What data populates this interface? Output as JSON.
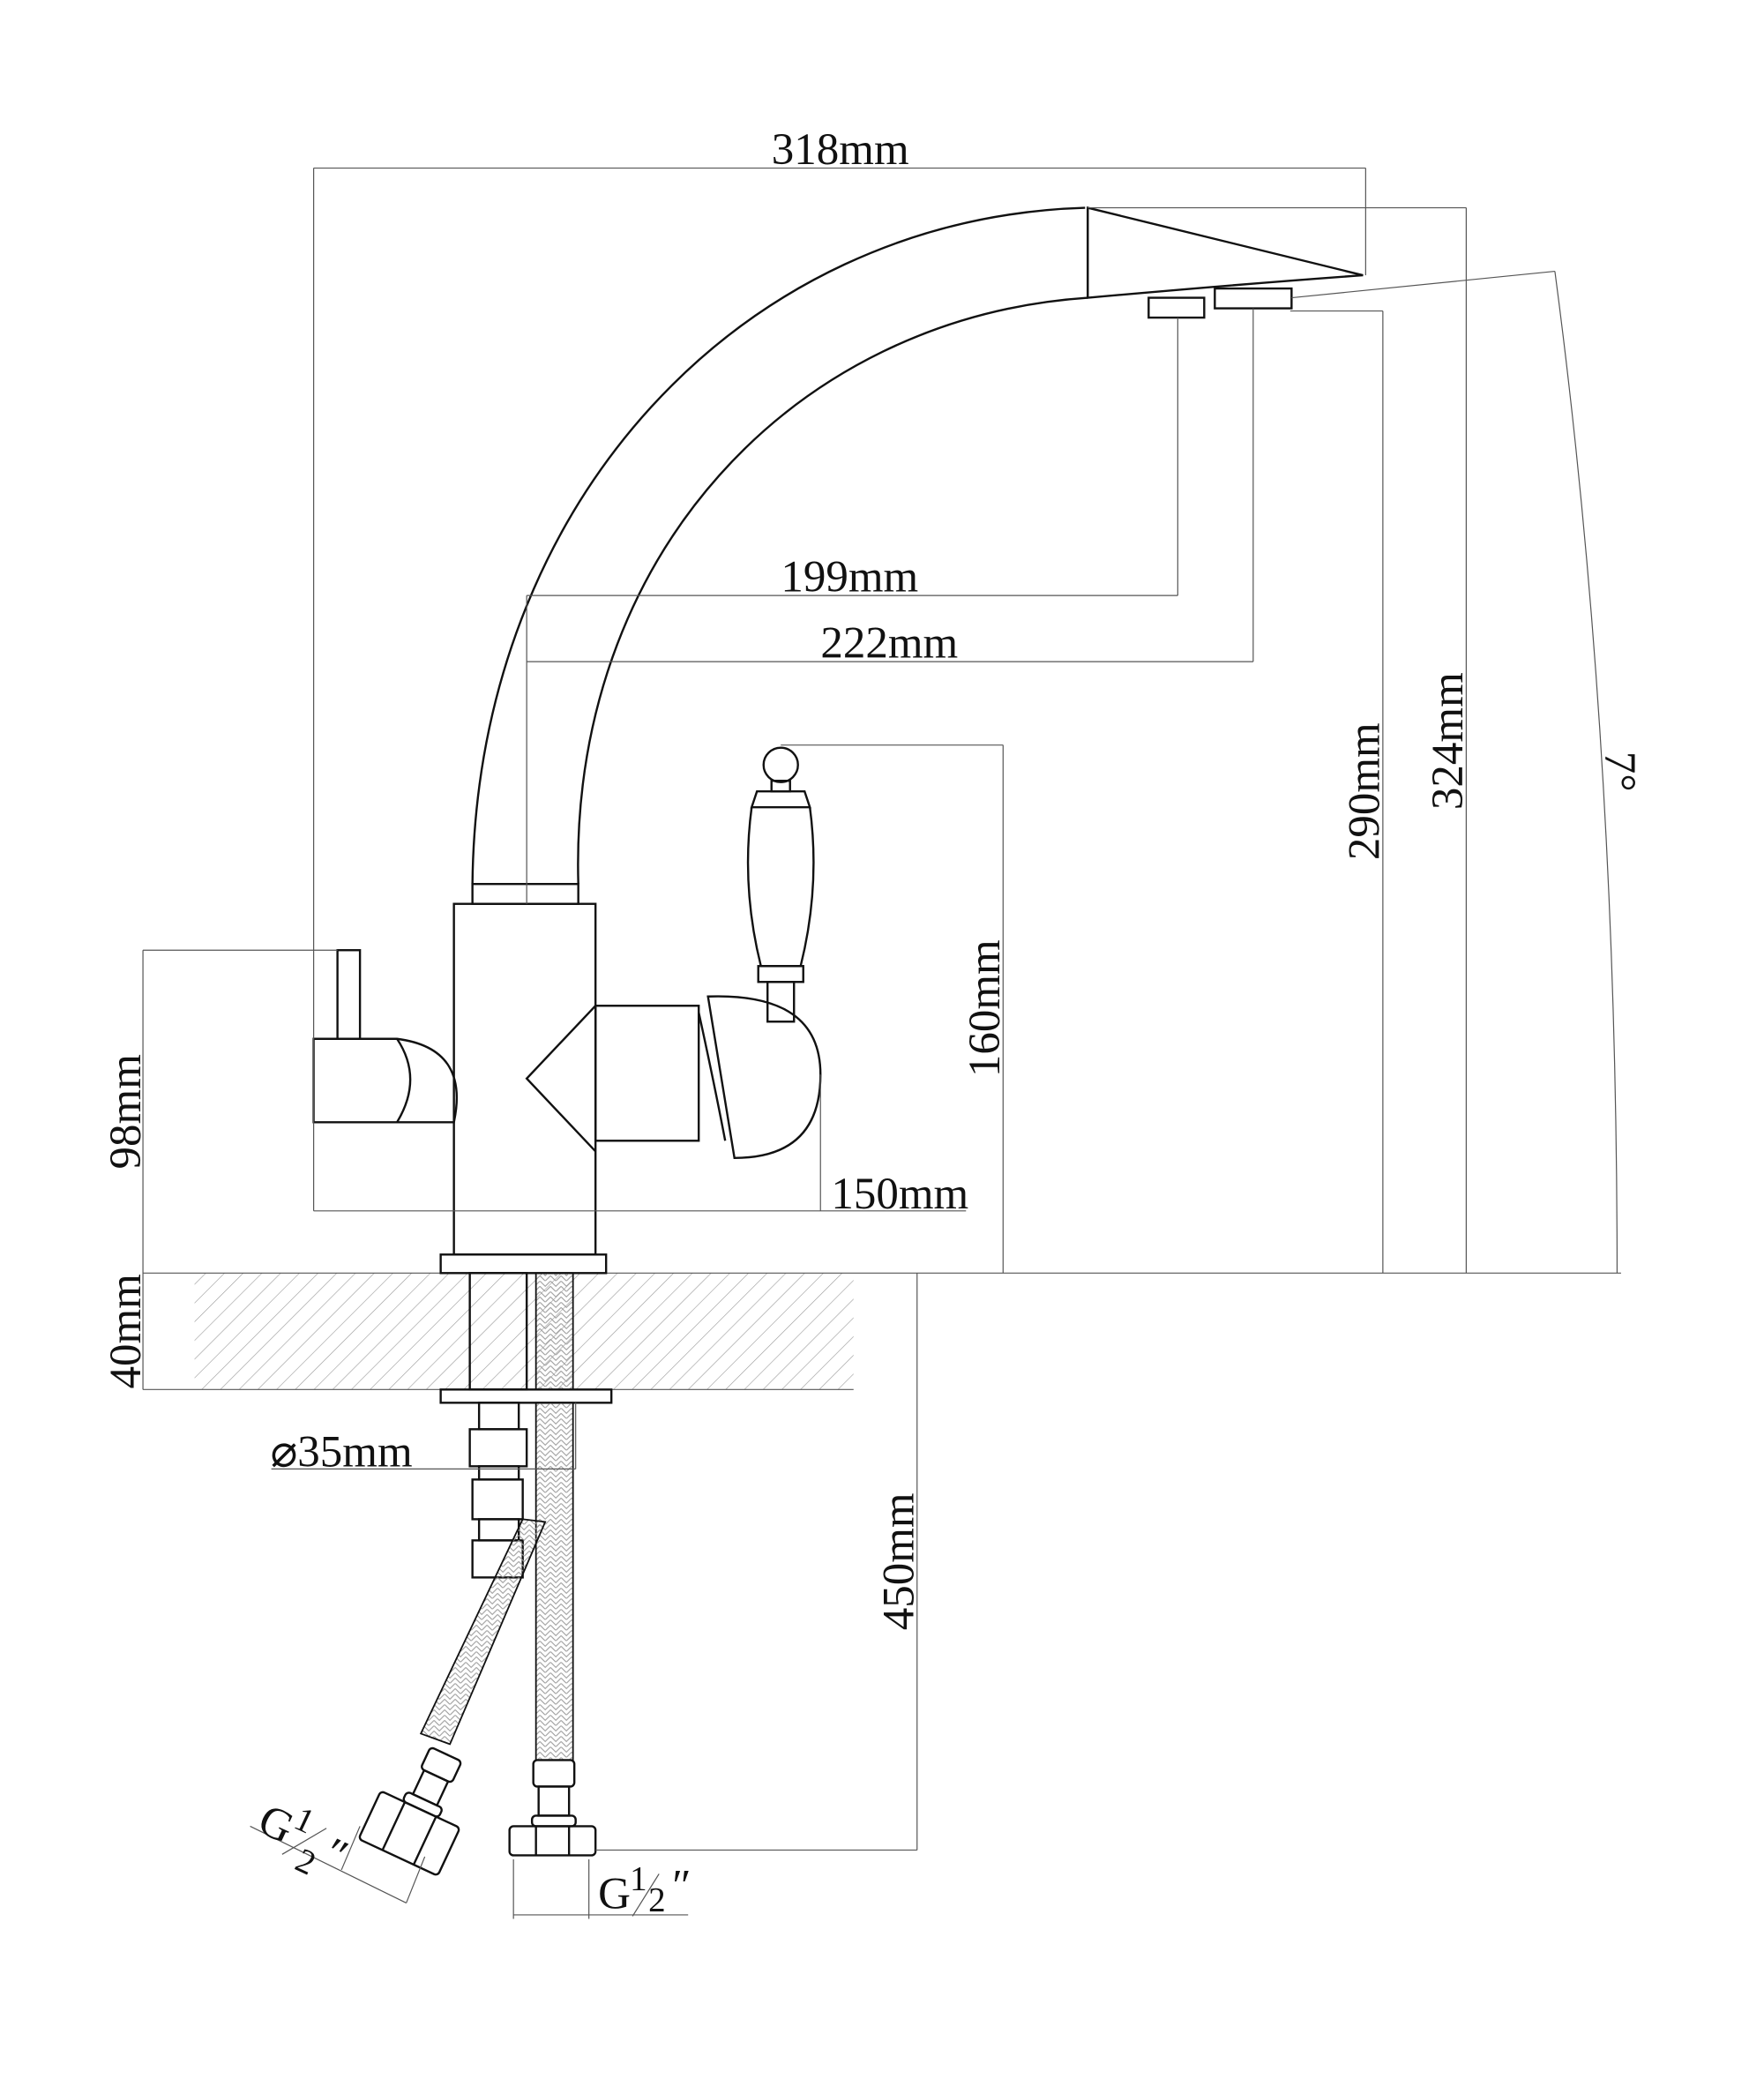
{
  "dimensions": {
    "total_reach": "318mm",
    "aerator1_reach": "199mm",
    "aerator2_reach": "222mm",
    "aerator_height": "290mm",
    "total_height": "324mm",
    "swivel_angle": "7°",
    "handle_height": "160mm",
    "lever_height": "98mm",
    "body_width": "150mm",
    "counter_thickness": "40mm",
    "hole_diameter": "⌀35mm",
    "hose_length": "450mm",
    "thread_left": {
      "prefix": "G",
      "num": "1",
      "den": "2",
      "suffix": "″"
    },
    "thread_right": {
      "prefix": "G",
      "num": "1",
      "den": "2",
      "suffix": "″"
    }
  },
  "colors": {
    "line": "#111111",
    "dim": "#555555"
  }
}
